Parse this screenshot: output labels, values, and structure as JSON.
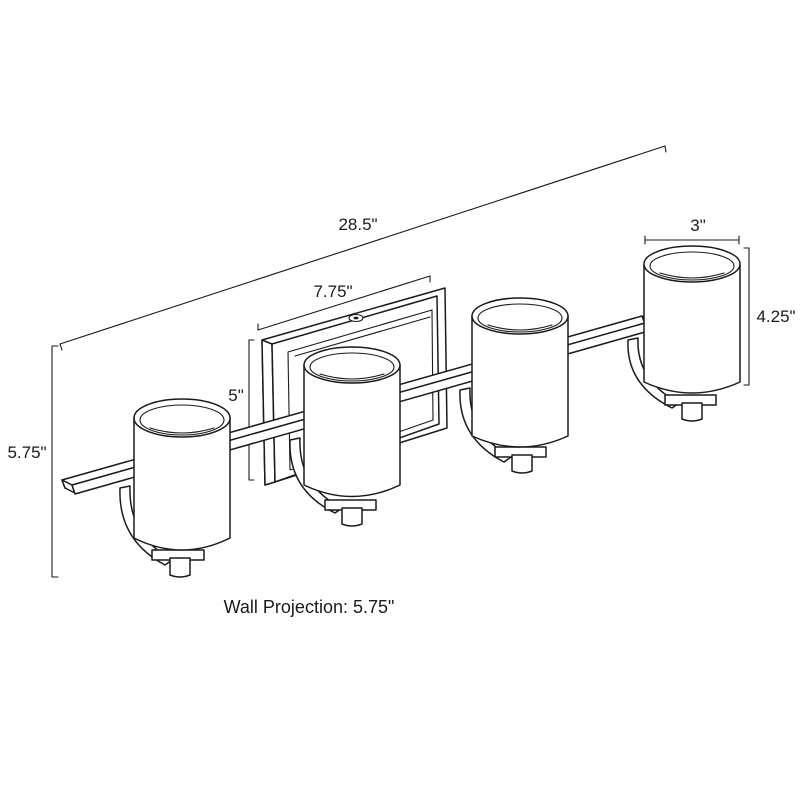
{
  "dimensions": {
    "overall_width": "28.5\"",
    "backplate_width": "7.75\"",
    "backplate_height": "5\"",
    "overall_height": "5.75\"",
    "shade_diameter": "3\"",
    "shade_height": "4.25\""
  },
  "caption": "Wall Projection: 5.75\"",
  "colors": {
    "line": "#1a1a1a",
    "background": "#ffffff"
  }
}
